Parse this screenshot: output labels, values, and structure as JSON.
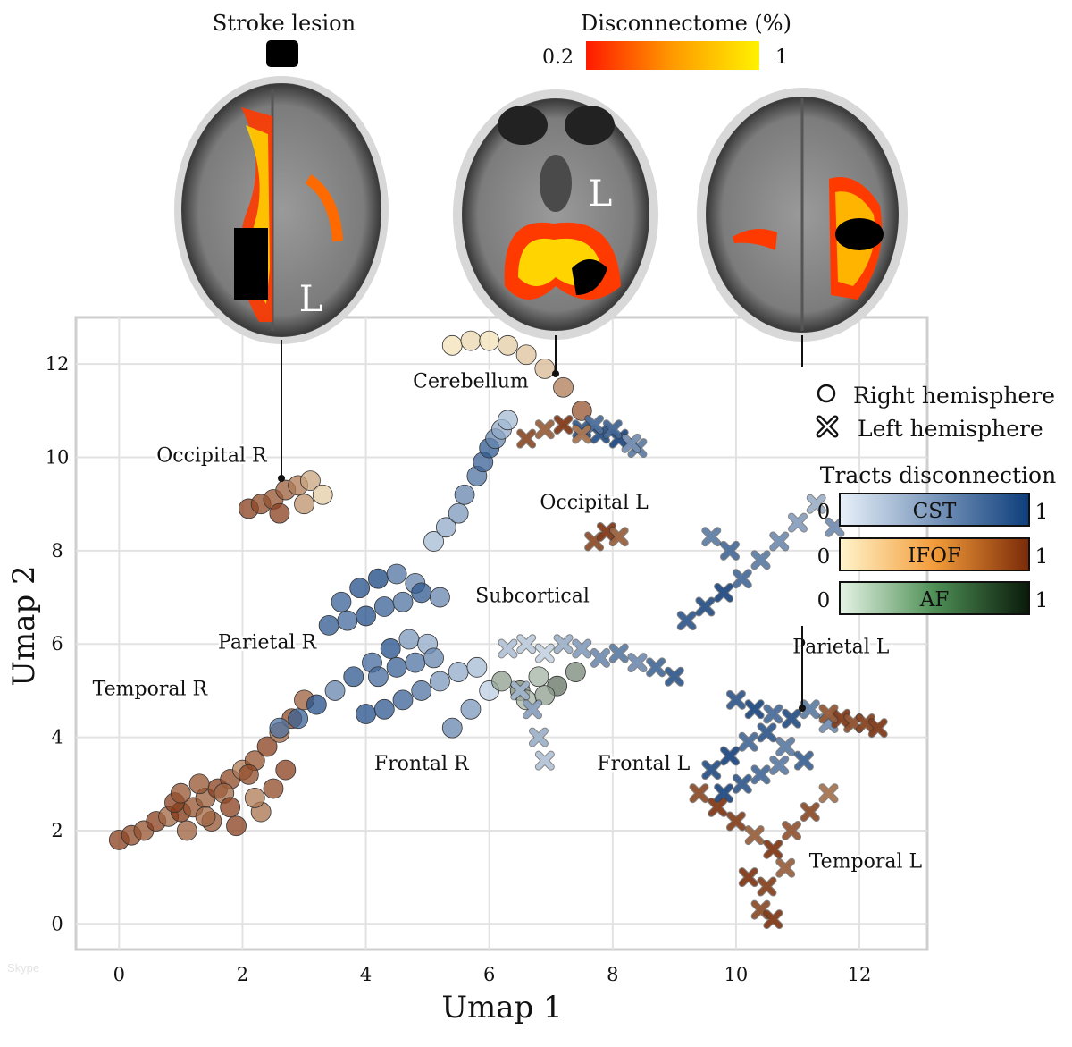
{
  "chart_data": {
    "type": "scatter",
    "xlabel": "Umap 1",
    "ylabel": "Umap 2",
    "xlim": [
      -0.7,
      13.1
    ],
    "ylim": [
      -0.55,
      13.0
    ],
    "xticks": [
      0,
      2,
      4,
      6,
      8,
      10,
      12
    ],
    "yticks": [
      0,
      2,
      4,
      6,
      8,
      10,
      12
    ],
    "grid": true,
    "region_labels": [
      {
        "text": "Cerebellum",
        "x": 5.7,
        "y": 11.5
      },
      {
        "text": "Occipital R",
        "x": 1.5,
        "y": 9.9
      },
      {
        "text": "Occipital L",
        "x": 7.7,
        "y": 8.9
      },
      {
        "text": "Subcortical",
        "x": 6.7,
        "y": 6.9
      },
      {
        "text": "Parietal R",
        "x": 2.4,
        "y": 5.9
      },
      {
        "text": "Temporal R",
        "x": 0.5,
        "y": 4.9
      },
      {
        "text": "Frontal R",
        "x": 4.9,
        "y": 3.3
      },
      {
        "text": "Frontal L",
        "x": 8.5,
        "y": 3.3
      },
      {
        "text": "Parietal L",
        "x": 11.7,
        "y": 5.8
      },
      {
        "text": "Temporal L",
        "x": 12.1,
        "y": 1.2
      }
    ],
    "legend": {
      "markers": [
        {
          "symbol": "circle",
          "label": "Right hemisphere"
        },
        {
          "symbol": "cross",
          "label": "Left hemisphere"
        }
      ],
      "title": "Tracts disconnection",
      "colorbars": [
        {
          "name": "CST",
          "min": "0",
          "max": "1",
          "from": "#e8f1fa",
          "to": "#0d3d7c"
        },
        {
          "name": "IFOF",
          "min": "0",
          "max": "1",
          "from": "#fff5cc",
          "to": "#7a2a08"
        },
        {
          "name": "AF",
          "min": "0",
          "max": "1",
          "from": "#e6f4e6",
          "to": "#0a1a0a"
        }
      ]
    },
    "series": [
      {
        "hemisphere": "right",
        "region": "Temporal R",
        "tract": "IFOF",
        "x": [
          0.0,
          0.2,
          0.4,
          0.6,
          0.8,
          1.0,
          1.2,
          1.4,
          1.6,
          1.8,
          2.0,
          2.2,
          2.4,
          2.6,
          2.8,
          3.0,
          0.9,
          1.3,
          1.7,
          2.1,
          1.9,
          1.5,
          1.1,
          2.3,
          2.5,
          2.7,
          1.0,
          1.4,
          1.8,
          2.2
        ],
        "y": [
          1.8,
          1.9,
          2.0,
          2.2,
          2.3,
          2.4,
          2.5,
          2.7,
          2.9,
          3.1,
          3.3,
          3.5,
          3.8,
          4.1,
          4.4,
          4.8,
          2.6,
          3.0,
          2.8,
          3.2,
          2.1,
          2.2,
          2.0,
          2.4,
          2.9,
          3.3,
          2.8,
          2.3,
          2.5,
          2.7
        ],
        "values": [
          0.9,
          0.85,
          0.8,
          0.9,
          0.7,
          0.95,
          0.8,
          0.75,
          0.9,
          0.85,
          0.6,
          0.8,
          0.9,
          0.7,
          0.85,
          0.75,
          0.9,
          0.8,
          0.7,
          0.85,
          0.9,
          0.8,
          0.75,
          0.65,
          0.85,
          0.9,
          0.8,
          0.7,
          0.9,
          0.6
        ]
      },
      {
        "hemisphere": "right",
        "region": "Parietal R",
        "tract": "CST",
        "x": [
          2.6,
          2.9,
          3.2,
          3.5,
          3.8,
          4.1,
          4.4,
          4.7,
          5.0,
          3.6,
          3.9,
          4.2,
          4.5,
          4.8,
          3.4,
          3.7,
          4.0,
          4.3,
          4.6,
          4.9,
          5.2
        ],
        "y": [
          4.2,
          4.4,
          4.7,
          5.0,
          5.3,
          5.6,
          5.9,
          6.1,
          6.0,
          6.9,
          7.2,
          7.4,
          7.5,
          7.3,
          6.4,
          6.5,
          6.6,
          6.8,
          6.9,
          7.1,
          7.0
        ],
        "values": [
          0.7,
          0.8,
          0.9,
          0.6,
          0.85,
          0.75,
          0.9,
          0.5,
          0.4,
          0.8,
          0.9,
          0.95,
          0.7,
          0.6,
          0.85,
          0.75,
          0.9,
          0.8,
          0.7,
          0.85,
          0.6
        ]
      },
      {
        "hemisphere": "right",
        "region": "Frontal R",
        "tract": "CST",
        "x": [
          4.0,
          4.3,
          4.6,
          4.9,
          5.2,
          5.5,
          5.8,
          6.0,
          5.7,
          5.4,
          4.2,
          4.5,
          4.8,
          5.1
        ],
        "y": [
          4.5,
          4.6,
          4.8,
          5.0,
          5.2,
          5.4,
          5.5,
          5.0,
          4.6,
          4.2,
          5.3,
          5.5,
          5.6,
          5.7
        ],
        "values": [
          0.9,
          0.85,
          0.8,
          0.7,
          0.5,
          0.4,
          0.3,
          0.2,
          0.5,
          0.6,
          0.75,
          0.8,
          0.7,
          0.6
        ]
      },
      {
        "hemisphere": "right",
        "region": "Occipital R",
        "tract": "IFOF",
        "x": [
          2.1,
          2.3,
          2.5,
          2.7,
          2.9,
          3.1,
          3.3,
          2.6,
          3.0
        ],
        "y": [
          8.9,
          9.0,
          9.1,
          9.3,
          9.4,
          9.5,
          9.2,
          8.8,
          9.0
        ],
        "values": [
          0.9,
          0.85,
          0.8,
          0.75,
          0.6,
          0.4,
          0.2,
          0.9,
          0.5
        ]
      },
      {
        "hemisphere": "right",
        "region": "Occipital R",
        "tract": "CST",
        "x": [
          5.1,
          5.3,
          5.5,
          5.6,
          5.8,
          5.9,
          6.0,
          6.1,
          6.2,
          6.3
        ],
        "y": [
          8.2,
          8.5,
          8.8,
          9.2,
          9.6,
          9.9,
          10.2,
          10.4,
          10.6,
          10.8
        ],
        "values": [
          0.3,
          0.4,
          0.5,
          0.6,
          0.7,
          0.8,
          0.85,
          0.6,
          0.4,
          0.3
        ]
      },
      {
        "hemisphere": "right",
        "region": "Cerebellum",
        "tract": "IFOF",
        "x": [
          5.4,
          5.7,
          6.0,
          6.3,
          6.6,
          6.9,
          7.2,
          7.5
        ],
        "y": [
          12.4,
          12.5,
          12.5,
          12.4,
          12.2,
          11.9,
          11.5,
          11.0
        ],
        "values": [
          0.1,
          0.15,
          0.1,
          0.2,
          0.25,
          0.3,
          0.6,
          0.8
        ]
      },
      {
        "hemisphere": "right",
        "region": "Subcortical",
        "tract": "AF",
        "x": [
          6.2,
          6.5,
          6.8,
          7.1,
          7.4,
          6.6,
          6.9
        ],
        "y": [
          5.2,
          5.0,
          5.3,
          5.1,
          5.4,
          4.8,
          4.9
        ],
        "values": [
          0.4,
          0.5,
          0.3,
          0.6,
          0.5,
          0.3,
          0.4
        ]
      },
      {
        "hemisphere": "left",
        "region": "Occipital L",
        "tract": "CST",
        "x": [
          7.5,
          7.8,
          8.1,
          8.4,
          7.7,
          8.0,
          8.3
        ],
        "y": [
          10.6,
          10.5,
          10.4,
          10.2,
          10.7,
          10.6,
          10.3
        ],
        "values": [
          0.8,
          0.85,
          0.9,
          0.6,
          0.7,
          0.75,
          0.5
        ]
      },
      {
        "hemisphere": "left",
        "region": "Occipital L",
        "tract": "IFOF",
        "x": [
          6.6,
          6.9,
          7.2,
          7.5,
          7.7,
          7.9,
          8.1
        ],
        "y": [
          10.4,
          10.6,
          10.7,
          10.5,
          8.2,
          8.4,
          8.3
        ],
        "values": [
          0.8,
          0.7,
          0.9,
          0.6,
          0.8,
          0.9,
          0.7
        ]
      },
      {
        "hemisphere": "left",
        "region": "Subcortical",
        "tract": "CST",
        "x": [
          6.3,
          6.6,
          6.9,
          7.2,
          7.5,
          7.8,
          8.1,
          8.4,
          8.7,
          9.0,
          6.5,
          6.7,
          6.8,
          6.9
        ],
        "y": [
          5.9,
          6.0,
          5.8,
          6.0,
          5.9,
          5.7,
          5.8,
          5.6,
          5.5,
          5.3,
          5.0,
          4.6,
          4.0,
          3.5
        ],
        "values": [
          0.2,
          0.15,
          0.1,
          0.3,
          0.4,
          0.5,
          0.6,
          0.5,
          0.7,
          0.8,
          0.3,
          0.4,
          0.3,
          0.2
        ]
      },
      {
        "hemisphere": "left",
        "region": "Parietal L",
        "tract": "CST",
        "x": [
          9.2,
          9.5,
          9.8,
          10.1,
          10.4,
          10.7,
          11.0,
          11.3,
          11.6,
          10.0,
          10.3,
          10.6,
          10.9,
          11.2,
          11.5,
          9.6,
          9.9
        ],
        "y": [
          6.5,
          6.8,
          7.1,
          7.4,
          7.8,
          8.2,
          8.6,
          9.0,
          8.5,
          4.8,
          4.6,
          4.5,
          4.4,
          4.6,
          4.3,
          8.3,
          8.0
        ],
        "values": [
          0.8,
          0.85,
          0.9,
          0.7,
          0.6,
          0.5,
          0.4,
          0.3,
          0.5,
          0.8,
          0.9,
          0.7,
          0.85,
          0.6,
          0.5,
          0.6,
          0.7
        ]
      },
      {
        "hemisphere": "left",
        "region": "Parietal L",
        "tract": "IFOF",
        "x": [
          11.7,
          11.9,
          12.1,
          12.3,
          11.5
        ],
        "y": [
          4.4,
          4.3,
          4.3,
          4.2,
          4.5
        ],
        "values": [
          0.9,
          0.8,
          0.85,
          0.9,
          0.75
        ]
      },
      {
        "hemisphere": "left",
        "region": "Frontal L",
        "tract": "CST",
        "x": [
          9.6,
          9.9,
          10.2,
          10.5,
          10.8,
          11.1,
          9.8,
          10.1,
          10.4,
          10.7
        ],
        "y": [
          3.3,
          3.6,
          3.9,
          4.1,
          3.8,
          3.5,
          2.8,
          3.0,
          3.2,
          3.4
        ],
        "values": [
          0.85,
          0.9,
          0.7,
          0.8,
          0.6,
          0.75,
          0.9,
          0.8,
          0.7,
          0.6
        ]
      },
      {
        "hemisphere": "left",
        "region": "Temporal L",
        "tract": "IFOF",
        "x": [
          9.4,
          9.7,
          10.0,
          10.3,
          10.6,
          10.9,
          11.2,
          11.5,
          10.2,
          10.5,
          10.8,
          10.4,
          10.6
        ],
        "y": [
          2.8,
          2.5,
          2.2,
          1.9,
          1.6,
          2.0,
          2.4,
          2.8,
          1.0,
          0.8,
          1.2,
          0.3,
          0.1
        ],
        "values": [
          0.8,
          0.9,
          0.85,
          0.7,
          0.9,
          0.75,
          0.8,
          0.6,
          0.9,
          0.85,
          0.7,
          0.8,
          0.9
        ]
      }
    ]
  },
  "brains": {
    "lesion_label": "Stroke lesion",
    "colorbar_title": "Disconnectome (%)",
    "colorbar_min": "0.2",
    "colorbar_max": "1",
    "side_marker_left": "L",
    "side_marker_center": "L"
  },
  "watermark": "Skype"
}
